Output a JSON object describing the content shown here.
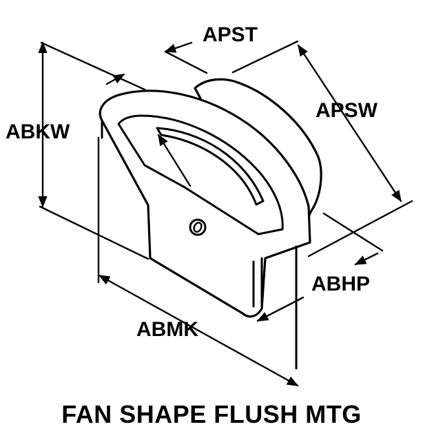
{
  "labels": {
    "apst": "APST",
    "apsw": "APSW",
    "abkw": "ABKW",
    "abhp": "ABHP",
    "abmk": "ABMK"
  },
  "caption": "FAN SHAPE FLUSH MTG"
}
